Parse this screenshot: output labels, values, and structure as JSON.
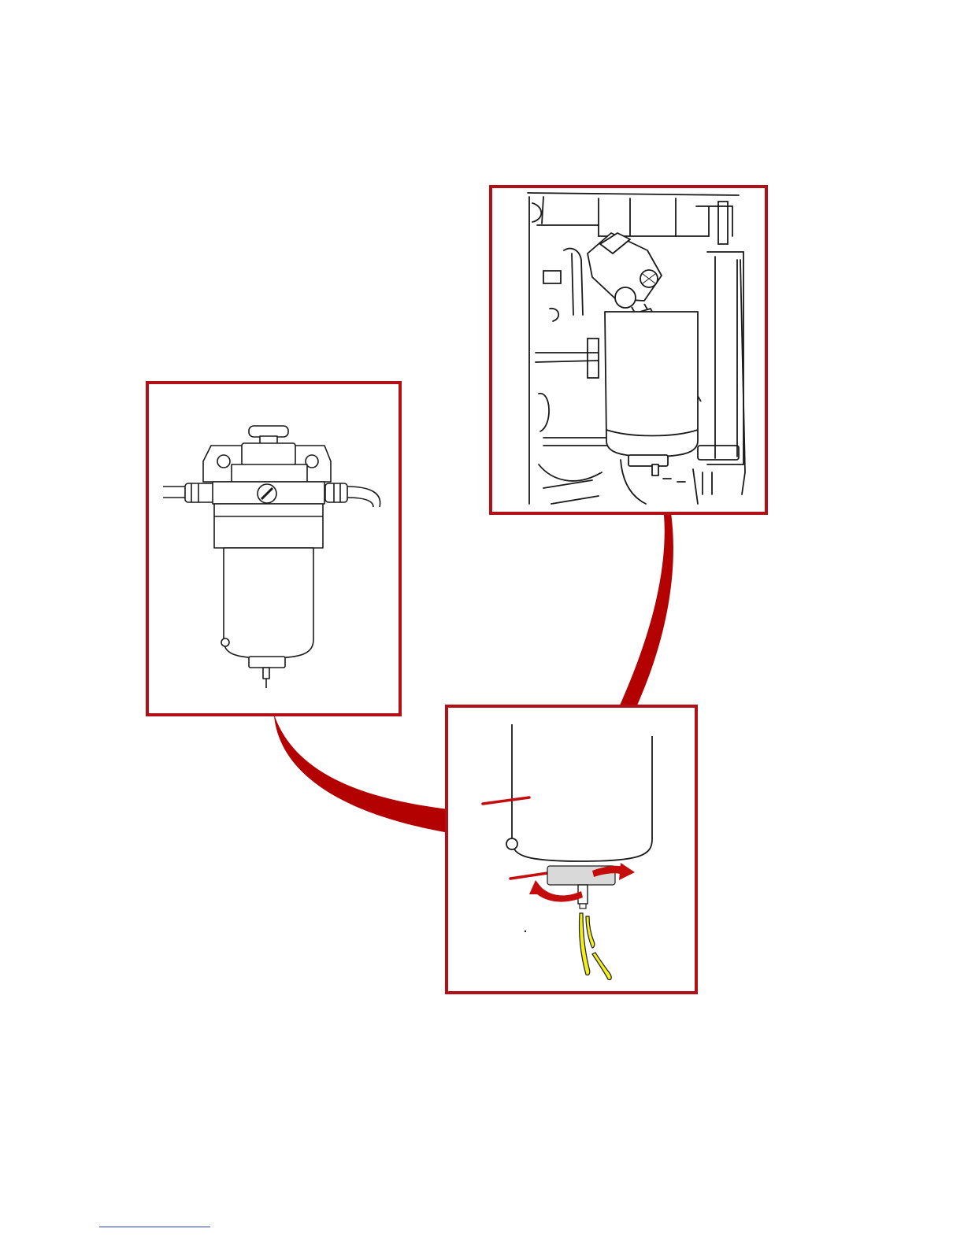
{
  "diagram": {
    "panels": [
      {
        "name": "fuel-filter-overview-panel"
      },
      {
        "name": "engine-installation-panel"
      },
      {
        "name": "drain-valve-detail-panel"
      }
    ],
    "colors": {
      "frame": "#b30f16",
      "connector": "#b30000",
      "line_art": "#1a1a1a",
      "fuel_stream": "#f2ee1a",
      "rotation_arrow": "#c40c0c"
    },
    "icons": [
      "fuel-filter-icon",
      "drain-valve-icon",
      "rotation-arrow-icon",
      "fuel-drip-icon"
    ]
  }
}
